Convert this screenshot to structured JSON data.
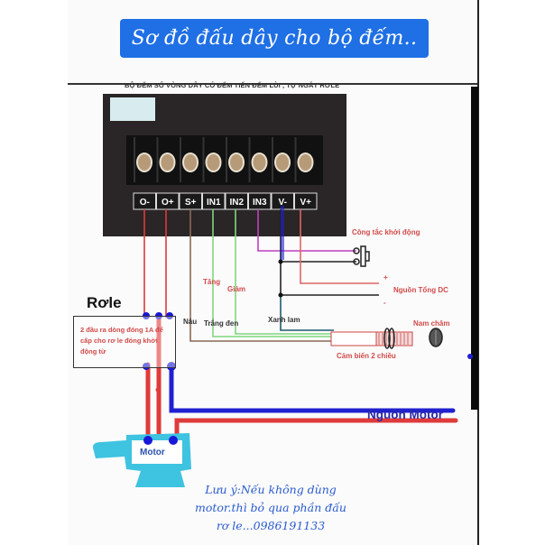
{
  "title": "Sơ đồ đấu dây cho bộ đếm..",
  "subtitle": "BỘ ĐẾM SỐ VÒNG DÂY CÓ ĐẾM TIẾN ĐẾM LÙI , TỰ NGẮT RƠLE",
  "terminals": [
    "O-",
    "O+",
    "S+",
    "IN1",
    "IN2",
    "IN3",
    "V-",
    "V+"
  ],
  "labels": {
    "start_switch": "Công tắc khởi động",
    "dc_power": "Nguồn Tổng DC",
    "plus": "+",
    "minus": "-",
    "increase": "Tăng",
    "decrease": "Giảm",
    "brown": "Nâu",
    "white_black": "Trắng đen",
    "blue": "Xanh lam",
    "magnet": "Nam châm",
    "sensor": "Cảm biến 2 chiều",
    "motor_power": "Nguồn Motor",
    "motor": "Motor"
  },
  "relay": {
    "title": "Rơle",
    "description": "2 đầu ra dòng đóng 1A để cấp cho rơ le đóng khởi động từ"
  },
  "note": {
    "line1": "Lưu ý:Nếu không dùng",
    "line2": "motor.thì bỏ qua phần đấu",
    "line3": "rơ le...0986191133"
  },
  "colors": {
    "banner": "#1f6fe5",
    "wire_red": "#e03a3a",
    "wire_blue": "#2020d0",
    "wire_green": "#7fd67f",
    "wire_magenta": "#c040c0",
    "label_red": "#d24a4a",
    "motor_body": "#3ec3e0"
  }
}
